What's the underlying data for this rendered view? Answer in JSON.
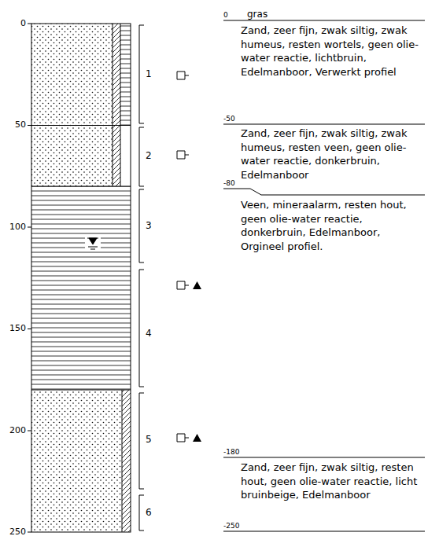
{
  "diagram": {
    "labels": [
      "0",
      "50",
      "100",
      "150",
      "200",
      "250",
      "1",
      "2",
      "3",
      "4",
      "5",
      "6",
      "0",
      "gras",
      "Zand, zeer fijn, zwak siltig, zwak humeus, resten wortels, geen olie-water reactie, lichtbruin, Edelmanboor, Verwerkt profiel",
      "-50",
      "Zand, zeer fijn, zwak siltig, zwak humeus, resten veen, geen olie-water reactie, donkerbruin, Edelmanboor",
      "-80",
      "Veen, mineraalarm, resten hout, geen olie-water reactie, donkerbruin, Edelmanboor, Orgineel profiel.",
      "-180",
      "Zand, zeer fijn, zwak siltig, resten hout, geen olie-water reactie, licht bruinbeige, Edelmanboor",
      "-250"
    ]
  }
}
